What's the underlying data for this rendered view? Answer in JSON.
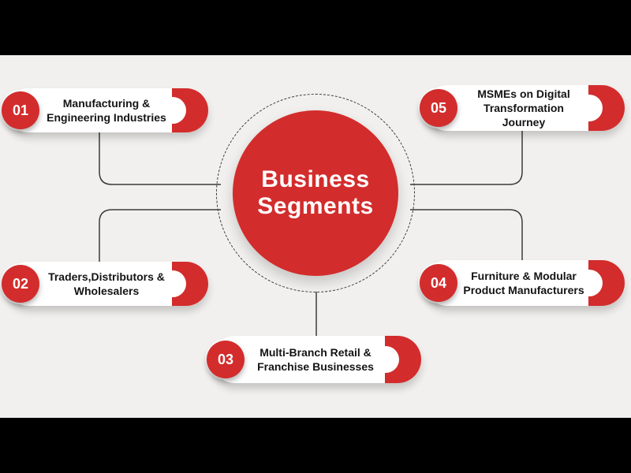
{
  "title": "Business Segments",
  "colors": {
    "accent_red": "#d32c2c",
    "background": "#f1f0ee",
    "letterbox": "#000000",
    "connector": "#3a3a3a",
    "text": "#141414"
  },
  "center": {
    "line1": "Business",
    "line2": "Segments"
  },
  "segments": [
    {
      "number": "01",
      "line1": "Manufacturing &",
      "line2": "Engineering Industries"
    },
    {
      "number": "02",
      "line1": "Traders,Distributors &",
      "line2": "Wholesalers"
    },
    {
      "number": "03",
      "line1": "Multi-Branch Retail &",
      "line2": "Franchise Businesses"
    },
    {
      "number": "04",
      "line1": "Furniture & Modular",
      "line2": "Product Manufacturers"
    },
    {
      "number": "05",
      "line1": "MSMEs on Digital",
      "line2": "Transformation Journey"
    }
  ]
}
